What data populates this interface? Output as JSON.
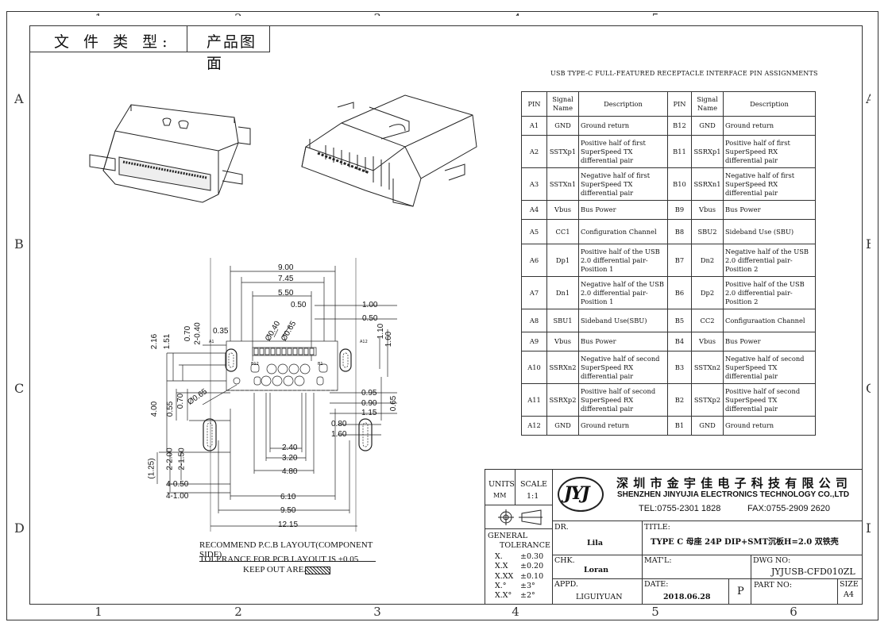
{
  "doc_type": {
    "label": "文 件 类 型:",
    "value": "产品图面"
  },
  "zones": {
    "cols": [
      "1",
      "2",
      "3",
      "4",
      "5",
      "6"
    ],
    "rows": [
      "A",
      "B",
      "C",
      "D"
    ]
  },
  "pin_table": {
    "title": "USB TYPE-C FULL-FEATURED RECEPTACLE INTERFACE PIN ASSIGNMENTS",
    "headers": [
      "PIN",
      "Signal Name",
      "Description",
      "PIN",
      "Signal Name",
      "Description"
    ],
    "rows": [
      [
        "A1",
        "GND",
        "Ground return",
        "B12",
        "GND",
        "Ground return"
      ],
      [
        "A2",
        "SSTXp1",
        "Positive half of first SuperSpeed TX differential pair",
        "B11",
        "SSRXp1",
        "Positive half of first SuperSpeed RX differential pair"
      ],
      [
        "A3",
        "SSTXn1",
        "Negative half of first SuperSpeed TX differential pair",
        "B10",
        "SSRXn1",
        "Negative half of first SuperSpeed RX differential pair"
      ],
      [
        "A4",
        "Vbus",
        "Bus Power",
        "B9",
        "Vbus",
        "Bus Power"
      ],
      [
        "A5",
        "CC1",
        "Configuration Channel",
        "B8",
        "SBU2",
        "Sideband Use (SBU)"
      ],
      [
        "A6",
        "Dp1",
        "Positive half of the USB 2.0 differential pair-Position 1",
        "B7",
        "Dn2",
        "Negative half of the USB 2.0 differential pair-Position 2"
      ],
      [
        "A7",
        "Dn1",
        "Negative half of the USB 2.0 differential pair-Position 1",
        "B6",
        "Dp2",
        "Positive half of the USB 2.0 differential pair-Position 2"
      ],
      [
        "A8",
        "SBU1",
        "Sideband Use(SBU)",
        "B5",
        "CC2",
        "Configuraation Channel"
      ],
      [
        "A9",
        "Vbus",
        "Bus Power",
        "B4",
        "Vbus",
        "Bus Power"
      ],
      [
        "A10",
        "SSRXn2",
        "Negative half of second SuperSpeed RX differential pair",
        "B3",
        "SSTXn2",
        "Negative half of second SuperSpeed TX differential pair"
      ],
      [
        "A11",
        "SSRXp2",
        "Positive half of second SuperSpeed RX differential pair",
        "B2",
        "SSTXp2",
        "Positive half of second SuperSpeed TX differential pair"
      ],
      [
        "A12",
        "GND",
        "Ground return",
        "B1",
        "GND",
        "Ground return"
      ]
    ]
  },
  "layout_dims": {
    "top": [
      "9.00",
      "7.45",
      "5.50",
      "0.50",
      "1.00",
      "0.50"
    ],
    "left": [
      "2.16",
      "1.51",
      "0.70",
      "2-0.40",
      "0.35",
      "4.00",
      "0.55",
      "0.70",
      "(1.25)",
      "2-2.00",
      "2-1.50",
      "4-0.50",
      "4-1.00"
    ],
    "holes": [
      "Ø0.40",
      "Ø0.65",
      "Ø0.65"
    ],
    "right": [
      "1.10",
      "1.60",
      "0.95",
      "0.90",
      "1.15",
      "0.65",
      "0.80",
      "1.60"
    ],
    "bottom": [
      "2.40",
      "3.20",
      "4.80",
      "6.10",
      "9.50",
      "12.15"
    ],
    "pin_marks": [
      "A1",
      "A12",
      "B12",
      "B1"
    ]
  },
  "pcb_notes": {
    "title": "RECOMMEND P.C.B LAYOUT(COMPONENT SIDE)",
    "tolerance": "TOLERANCE FOR PCB LAYOUT IS ±0.05",
    "keepout": "KEEP OUT AREA"
  },
  "title_block": {
    "units_label": "UNITS",
    "units_value": "MM",
    "scale_label": "SCALE",
    "scale_value": "1:1",
    "logo": "JYJ",
    "company_cn": "深 圳 市 金 宇 佳 电 子 科 技 有 限 公 司",
    "company_en": "SHENZHEN JINYUJIA ELECTRONICS TECHNOLOGY CO.,LTD",
    "tel": "TEL:0755-2301 1828",
    "fax": "FAX:0755-2909 2620",
    "general_tol": [
      "GENERAL",
      "TOLERANCE"
    ],
    "tolerances": [
      [
        "X.",
        "±0.30"
      ],
      [
        "X.X",
        "±0.20"
      ],
      [
        "X.XX",
        "±0.10"
      ],
      [
        "X.°",
        "±3°"
      ],
      [
        "X.X°",
        "±2°"
      ]
    ],
    "dr_label": "DR.",
    "dr_value": "Lila",
    "chk_label": "CHK.",
    "chk_value": "Loran",
    "appd_label": "APPD.",
    "appd_value": "LIGUIYUAN",
    "title_label": "TITLE:",
    "title_value": "TYPE C 母座 24P DIP+SMT沉板H=2.0 双铁壳",
    "matl_label": "MAT'L:",
    "dwg_label": "DWG NO:",
    "dwg_value": "JYJUSB-CFD010ZL",
    "date_label": "DATE:",
    "date_value": "2018.06.28",
    "rev_value": "P",
    "part_label": "PART NO:",
    "size_label": "SIZE",
    "size_value": "A4"
  }
}
